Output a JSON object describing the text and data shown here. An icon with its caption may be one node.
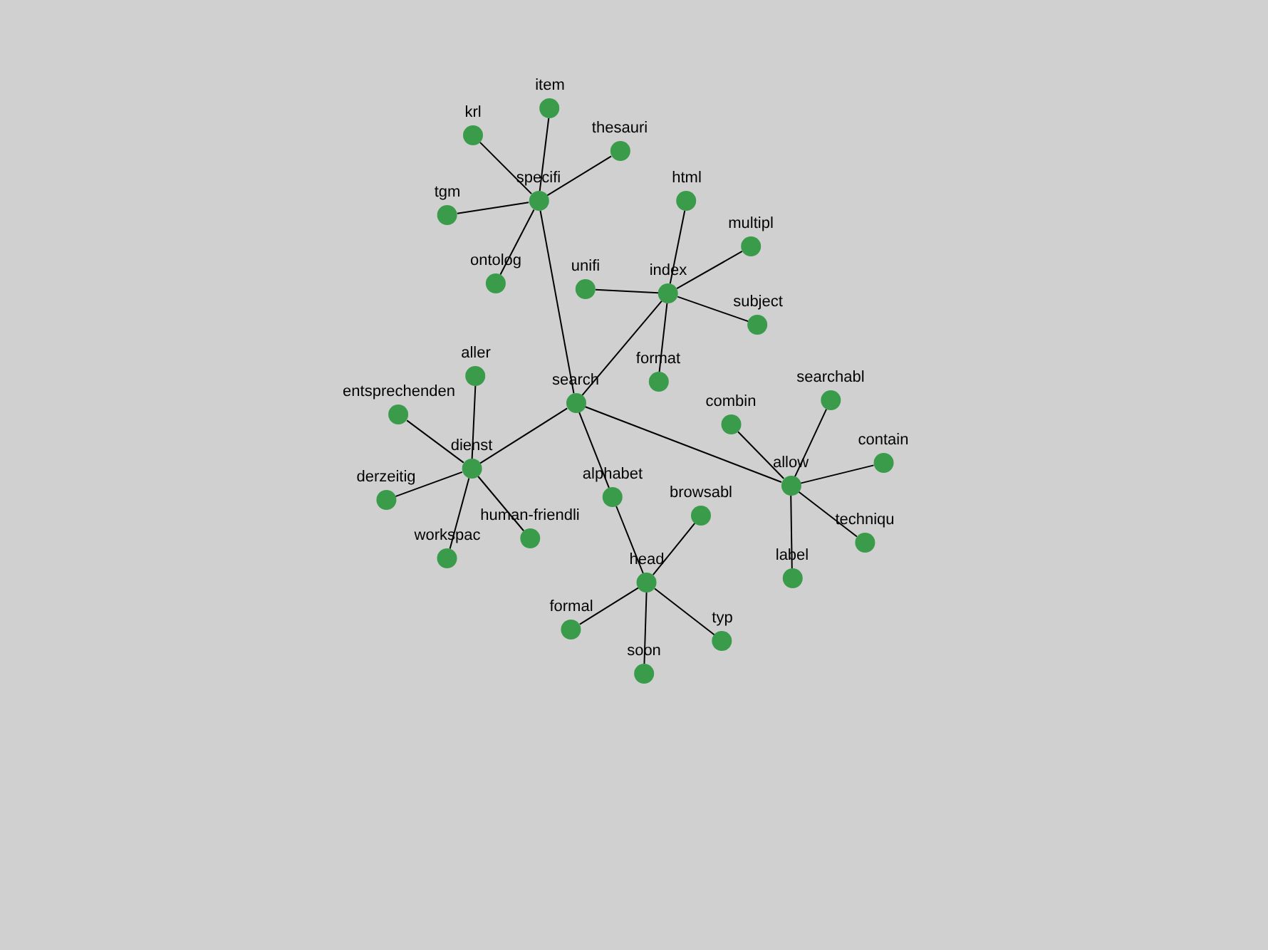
{
  "diagram": {
    "nodes": [
      {
        "text": [
          "search"
        ]
      },
      {
        "text": [
          "specifi"
        ]
      },
      {
        "text": [
          "krl"
        ]
      },
      {
        "text": [
          "item"
        ]
      },
      {
        "text": [
          "thesauri"
        ]
      },
      {
        "text": [
          "tgm"
        ]
      },
      {
        "text": [
          "ontolog"
        ]
      },
      {
        "text": [
          "index"
        ]
      },
      {
        "text": [
          "html"
        ]
      },
      {
        "text": [
          "multipl"
        ]
      },
      {
        "text": [
          "unifi"
        ]
      },
      {
        "text": [
          "subject"
        ]
      },
      {
        "text": [
          "format"
        ]
      },
      {
        "text": [
          "dienst"
        ]
      },
      {
        "text": [
          "aller"
        ]
      },
      {
        "text": [
          "entsprechenden"
        ]
      },
      {
        "text": [
          "derzeitig"
        ]
      },
      {
        "text": [
          "workspac"
        ]
      },
      {
        "text": [
          "human-friendli"
        ]
      },
      {
        "text": [
          "alphabet"
        ]
      },
      {
        "text": [
          "head"
        ]
      },
      {
        "text": [
          "browsabl"
        ]
      },
      {
        "text": [
          "formal"
        ]
      },
      {
        "text": [
          "soon"
        ]
      },
      {
        "text": [
          "typ"
        ]
      },
      {
        "text": [
          "allow"
        ]
      },
      {
        "text": [
          "combin"
        ]
      },
      {
        "text": [
          "searchabl"
        ]
      },
      {
        "text": [
          "contain"
        ]
      },
      {
        "text": [
          "techniqu"
        ]
      },
      {
        "text": [
          "label"
        ]
      }
    ],
    "edges": [
      {
        "from": 0,
        "to": 1,
        "arrow": "none"
      },
      {
        "from": 0,
        "to": 7,
        "arrow": "none"
      },
      {
        "from": 0,
        "to": 13,
        "arrow": "none"
      },
      {
        "from": 0,
        "to": 19,
        "arrow": "none"
      },
      {
        "from": 0,
        "to": 25,
        "arrow": "none"
      },
      {
        "from": 19,
        "to": 20,
        "arrow": "none"
      },
      {
        "from": 1,
        "to": 2,
        "arrow": "none"
      },
      {
        "from": 1,
        "to": 3,
        "arrow": "none"
      },
      {
        "from": 1,
        "to": 4,
        "arrow": "none"
      },
      {
        "from": 1,
        "to": 5,
        "arrow": "none"
      },
      {
        "from": 1,
        "to": 6,
        "arrow": "none"
      },
      {
        "from": 7,
        "to": 8,
        "arrow": "none"
      },
      {
        "from": 7,
        "to": 9,
        "arrow": "none"
      },
      {
        "from": 7,
        "to": 10,
        "arrow": "none"
      },
      {
        "from": 7,
        "to": 11,
        "arrow": "none"
      },
      {
        "from": 7,
        "to": 12,
        "arrow": "none"
      },
      {
        "from": 13,
        "to": 14,
        "arrow": "none"
      },
      {
        "from": 13,
        "to": 15,
        "arrow": "none"
      },
      {
        "from": 13,
        "to": 16,
        "arrow": "none"
      },
      {
        "from": 13,
        "to": 17,
        "arrow": "none"
      },
      {
        "from": 13,
        "to": 18,
        "arrow": "none"
      },
      {
        "from": 20,
        "to": 21,
        "arrow": "none"
      },
      {
        "from": 20,
        "to": 22,
        "arrow": "none"
      },
      {
        "from": 20,
        "to": 23,
        "arrow": "none"
      },
      {
        "from": 20,
        "to": 24,
        "arrow": "none"
      },
      {
        "from": 25,
        "to": 26,
        "arrow": "none"
      },
      {
        "from": 25,
        "to": 27,
        "arrow": "none"
      },
      {
        "from": 25,
        "to": 28,
        "arrow": "none"
      },
      {
        "from": 25,
        "to": 29,
        "arrow": "none"
      },
      {
        "from": 25,
        "to": 30,
        "arrow": "none"
      }
    ]
  }
}
